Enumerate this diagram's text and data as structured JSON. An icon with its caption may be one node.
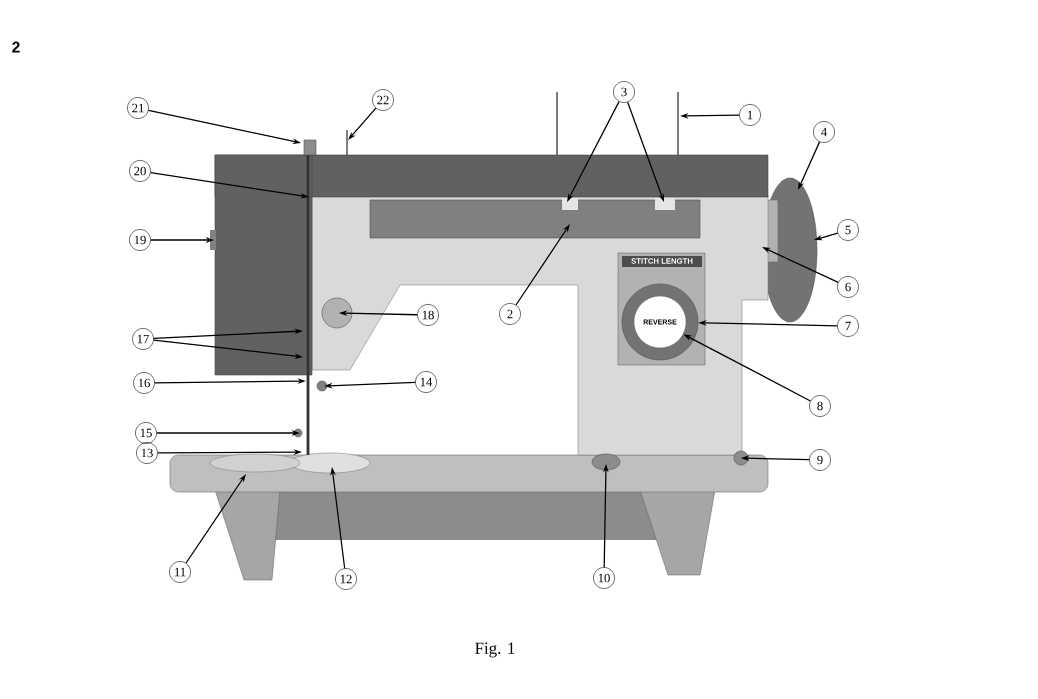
{
  "diagram": {
    "caption": "Fig. 1",
    "nodes": [
      {
        "text": [
          "1"
        ]
      },
      {
        "text": [
          "2"
        ]
      },
      {
        "text": [
          "3"
        ]
      },
      {
        "text": [
          "4"
        ]
      },
      {
        "text": [
          "5"
        ]
      },
      {
        "text": [
          "6"
        ]
      },
      {
        "text": [
          "7"
        ]
      },
      {
        "text": [
          "8"
        ]
      },
      {
        "text": [
          "9"
        ]
      },
      {
        "text": [
          "10"
        ]
      },
      {
        "text": [
          "11"
        ]
      },
      {
        "text": [
          "12"
        ]
      },
      {
        "text": [
          "13"
        ]
      },
      {
        "text": [
          "14"
        ]
      },
      {
        "text": [
          "15"
        ]
      },
      {
        "text": [
          "16"
        ]
      },
      {
        "text": [
          "17"
        ]
      },
      {
        "text": [
          "18"
        ]
      },
      {
        "text": [
          "19"
        ]
      },
      {
        "text": [
          "20"
        ]
      },
      {
        "text": [
          "21"
        ]
      },
      {
        "text": [
          "22"
        ]
      },
      {
        "text": [],
        "shape": "circle"
      },
      {
        "text": [
          "REVERSE"
        ],
        "in": 22
      }
    ],
    "edges": [
      {
        "from": 0,
        "to": null,
        "arrow": "to"
      },
      {
        "from": 1,
        "to": null,
        "arrow": "to"
      },
      {
        "from": 2,
        "to": null,
        "arrow": "to"
      },
      {
        "from": 2,
        "to": null,
        "arrow": "to"
      },
      {
        "from": 3,
        "to": null,
        "arrow": "to"
      },
      {
        "from": 4,
        "to": null,
        "arrow": "to"
      },
      {
        "from": 5,
        "to": null,
        "arrow": "to"
      },
      {
        "from": 6,
        "to": 22,
        "arrow": "to"
      },
      {
        "from": 7,
        "to": 23,
        "arrow": "to"
      },
      {
        "from": 8,
        "to": null,
        "arrow": "to"
      },
      {
        "from": 9,
        "to": null,
        "arrow": "to"
      },
      {
        "from": 10,
        "to": null,
        "arrow": "to"
      },
      {
        "from": 11,
        "to": null,
        "arrow": "to"
      },
      {
        "from": 12,
        "to": null,
        "arrow": "to"
      },
      {
        "from": 13,
        "to": null,
        "arrow": "to"
      },
      {
        "from": 14,
        "to": null,
        "arrow": "to"
      },
      {
        "from": 15,
        "to": null,
        "arrow": "to"
      },
      {
        "from": 16,
        "to": null,
        "arrow": "to"
      },
      {
        "from": 16,
        "to": null,
        "arrow": "to"
      },
      {
        "from": 17,
        "to": null,
        "arrow": "to"
      },
      {
        "from": 18,
        "to": null,
        "arrow": "to"
      },
      {
        "from": 19,
        "to": null,
        "arrow": "to"
      },
      {
        "from": 20,
        "to": null,
        "arrow": "to"
      },
      {
        "from": 21,
        "to": null,
        "arrow": "to"
      }
    ],
    "labels": [
      "2",
      "STITCH LENGTH"
    ]
  }
}
